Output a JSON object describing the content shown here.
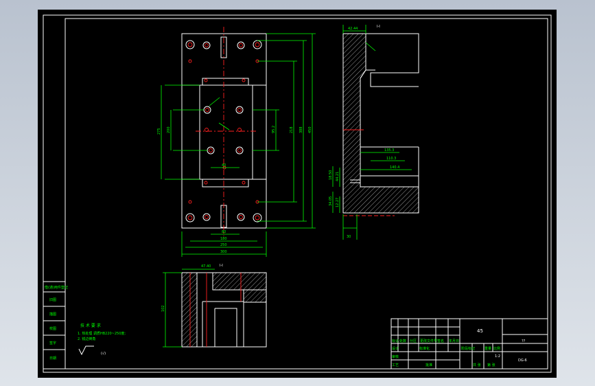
{
  "section_labels": {
    "top_right": "I-I",
    "bottom": "I-I"
  },
  "plan_dims": {
    "bottom": [
      "80",
      "180",
      "250",
      "300"
    ],
    "right": [
      "95.2",
      "218",
      "388",
      "450"
    ],
    "left": [
      "275",
      "200"
    ],
    "top": [
      "40"
    ]
  },
  "section_dims": {
    "top": "42.44",
    "right": [
      "135.3",
      "110.3",
      "140.4"
    ],
    "left": [
      "18.50",
      "44.21",
      "34.05",
      "12.27"
    ],
    "bottom": "30"
  },
  "lower_dims": {
    "width": "47.40",
    "height": "102"
  },
  "tech_req": {
    "title": "技 术 要 求",
    "line1": "1. 热处理 调质HB220~250度;",
    "line2": "2. 锐边倒角",
    "roughness": "(√)"
  },
  "side_table": [
    "借(通)用件登记",
    "旧图",
    "描图",
    "校图",
    "签字",
    "日期"
  ],
  "title_block": {
    "material": "45",
    "part_name": "??",
    "drawing_no": "DG-6",
    "scale": "1:2",
    "r1": [
      "标记",
      "处数",
      "分区",
      "更改文件号",
      "签名",
      "年月日"
    ],
    "r2": [
      "设计",
      "标准化",
      "阶段标记",
      "重量",
      "比例"
    ],
    "r3": [
      "审核"
    ],
    "r4": [
      "工艺",
      "批准",
      "共 张",
      "第 张"
    ]
  }
}
